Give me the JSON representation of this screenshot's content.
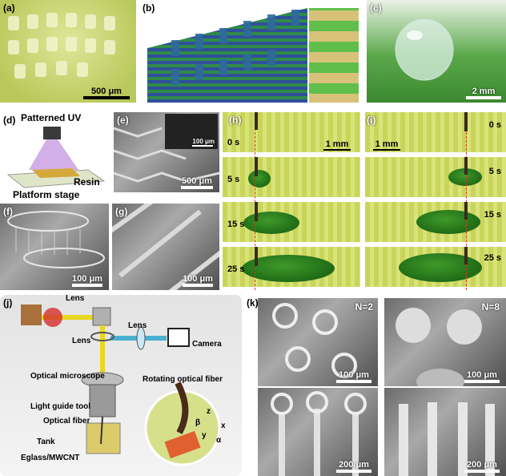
{
  "labels": {
    "a": "(a)",
    "b": "(b)",
    "c": "(c)",
    "d": "(d)",
    "e": "(e)",
    "f": "(f)",
    "g": "(g)",
    "h": "(h)",
    "i": "(i)",
    "j": "(j)",
    "k": "(k)"
  },
  "scales": {
    "a": "500 μm",
    "c": "2 mm",
    "e_inset": "100 μm",
    "e": "500 μm",
    "f": "100 μm",
    "g": "100 μm",
    "h": "1 mm",
    "i": "1 mm",
    "k1": "100 μm",
    "k2": "100 μm",
    "k3": "200 μm",
    "k4": "200 μm"
  },
  "d": {
    "uv": "Patterned UV",
    "resin": "Resin",
    "stage": "Platform stage"
  },
  "h_times": [
    "0 s",
    "5 s",
    "15 s",
    "25 s"
  ],
  "i_times": [
    "0 s",
    "5 s",
    "15 s",
    "25 s"
  ],
  "j": {
    "lens1": "Lens",
    "lens2": "Lens",
    "lens3": "Lens",
    "camera": "Camera",
    "microscope": "Optical microscope",
    "rotating": "Rotating optical fiber",
    "lightguide": "Light guide tool",
    "fiber": "Optical fiber",
    "tank": "Tank",
    "eglass": "Eglass/MWCNT",
    "axis_z": "z",
    "axis_y": "y",
    "axis_x": "x",
    "axis_b": "β",
    "axis_a": "α"
  },
  "k": {
    "n2": "N=2",
    "n8": "N=8"
  }
}
